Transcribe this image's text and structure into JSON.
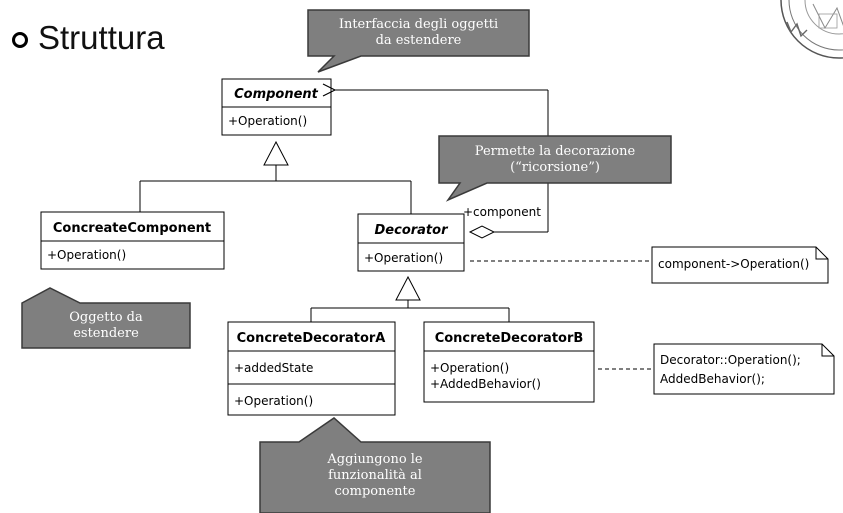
{
  "slide": {
    "title": "Struttura"
  },
  "classes": {
    "component": {
      "name": "Component",
      "operation": "+Operation()"
    },
    "concrete_component": {
      "name": "ConcreateComponent",
      "operation": "+Operation()"
    },
    "decorator": {
      "name": "Decorator",
      "operation": "+Operation()"
    },
    "concrete_decorator_a": {
      "name": "ConcreteDecoratorA",
      "attribute": "+addedState",
      "operation": "+Operation()"
    },
    "concrete_decorator_b": {
      "name": "ConcreteDecoratorB",
      "operation_1": "+Operation()",
      "operation_2": "+AddedBehavior()"
    }
  },
  "association": {
    "role_label": "+component"
  },
  "notes": {
    "decorator_note": "component->Operation()",
    "concrete_b_note_line_1": "Decorator::Operation();",
    "concrete_b_note_line_2": "AddedBehavior();"
  },
  "callouts": {
    "interface": {
      "line_1": "Interfaccia degli oggetti",
      "line_2": "da estendere"
    },
    "decoration": {
      "line_1": "Permette la decorazione",
      "line_2": "(“ricorsione”)"
    },
    "object": {
      "line_1": "Oggetto da",
      "line_2": "estendere"
    },
    "add": {
      "line_1": "Aggiungono le",
      "line_2": "funzionalità al",
      "line_3": "componente"
    }
  },
  "colors": {
    "callout_fill": "#7f7f7f",
    "callout_border": "#3a3a3a",
    "line": "#000000"
  }
}
